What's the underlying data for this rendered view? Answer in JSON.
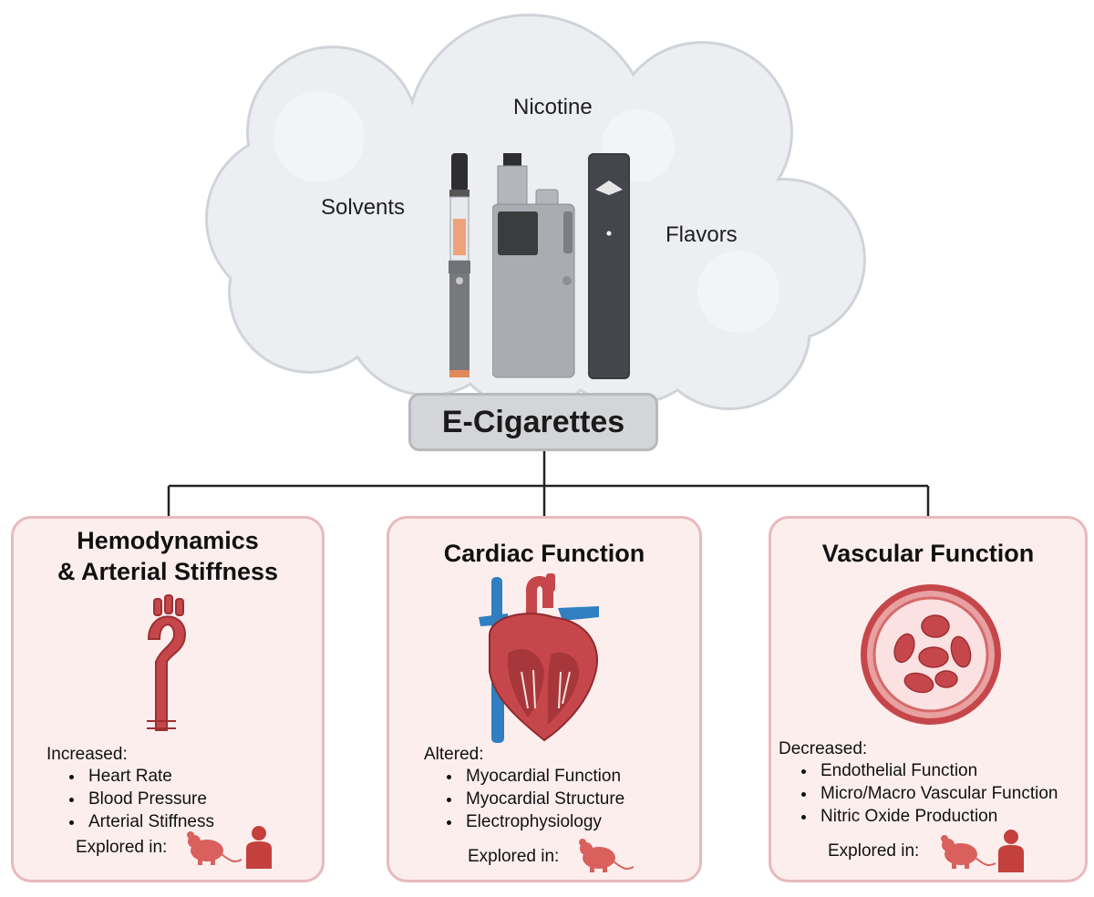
{
  "cloud": {
    "labels": {
      "top": "Nicotine",
      "left": "Solvents",
      "right": "Flavors"
    },
    "devices": [
      "pen-style-vape",
      "box-mod-vape",
      "pod-vape"
    ]
  },
  "center_label": "E-Cigarettes",
  "panels": [
    {
      "title_line1": "Hemodynamics",
      "title_line2": "& Arterial Stiffness",
      "icon": "aorta-icon",
      "effect_heading": "Increased:",
      "effects": [
        "Heart Rate",
        "Blood Pressure",
        "Arterial Stiffness"
      ],
      "explored_label": "Explored in:",
      "explored_models": [
        "mouse-icon",
        "human-icon"
      ]
    },
    {
      "title": "Cardiac Function",
      "icon": "heart-icon",
      "effect_heading": "Altered:",
      "effects": [
        "Myocardial Function",
        "Myocardial Structure",
        "Electrophysiology"
      ],
      "explored_label": "Explored in:",
      "explored_models": [
        "mouse-icon"
      ]
    },
    {
      "title": "Vascular Function",
      "icon": "blood-vessel-icon",
      "effect_heading": "Decreased:",
      "effects": [
        "Endothelial Function",
        "Micro/Macro Vascular Function",
        "Nitric Oxide Production"
      ],
      "explored_label": "Explored in:",
      "explored_models": [
        "mouse-icon",
        "human-icon"
      ]
    }
  ],
  "colors": {
    "cloud_fill": "#e9ebee",
    "cloud_stroke": "#cfd3d8",
    "center_box": "#d4d5d8",
    "panel_fill": "#fdeeee",
    "panel_border": "#e9b9bc",
    "organ_red": "#c6474b",
    "model_icon": "#d9605c"
  }
}
